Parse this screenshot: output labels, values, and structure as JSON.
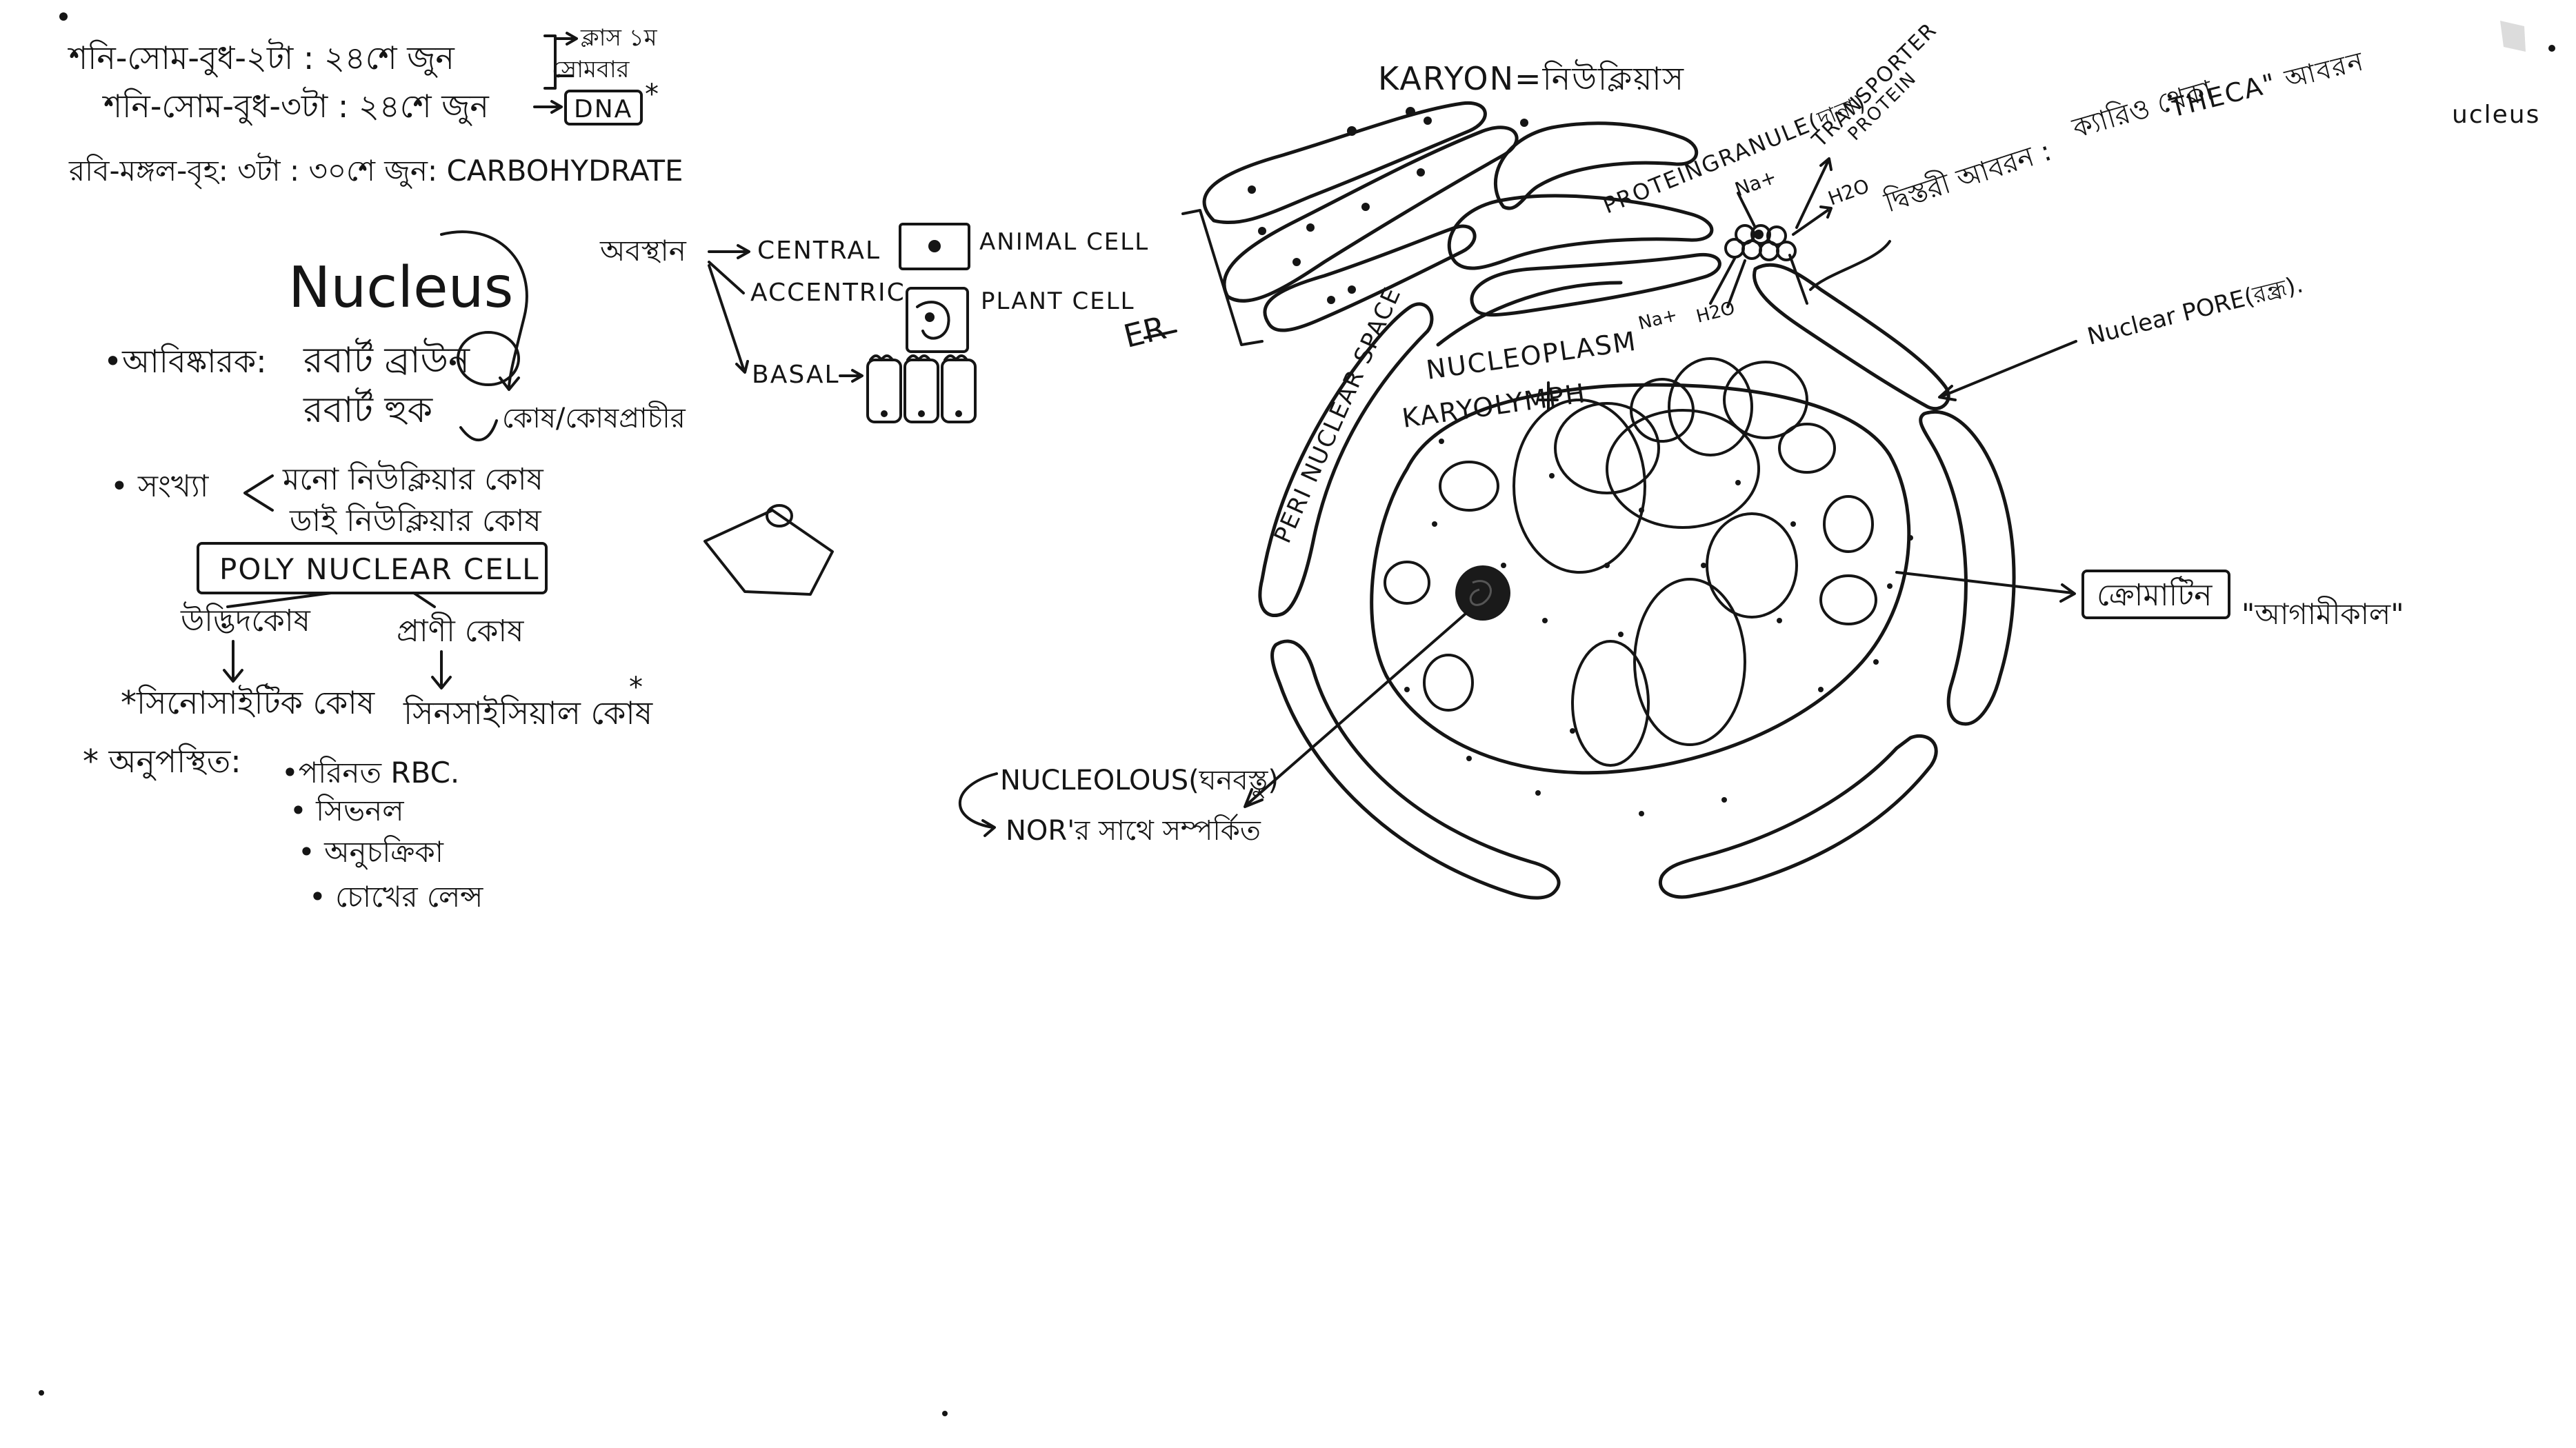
{
  "notes": {
    "line1": "শনি-সোম-বুধ-২টা : ২৪শে জুন",
    "line1_branch_a": "ক্লাস ১ম",
    "line1_branch_b": "সোমবার",
    "line2": "শনি-সোম-বুধ-৩টা : ২৪শে জুন",
    "line2_box": "DNA",
    "line2_star": "*",
    "line3": "রবি-মঙ্গল-বৃহ: ৩টা : ৩০শে জুন: CARBOHYDRATE"
  },
  "nucleus": {
    "title": "Nucleus",
    "discoverer_label": "•আবিষ্কারক:",
    "discoverer_1": "রবার্ট ব্রাউন",
    "discoverer_2": "রবার্ট হুক",
    "discoverer_2_note": "কোষ/কোষপ্রাচীর",
    "count_label": "• সংখ্যা",
    "count_mono": "মনো নিউক্লিয়ার কোষ",
    "count_di": "ডাই নিউক্লিয়ার কোষ",
    "poly_box": "POLY NUCLEAR CELL",
    "plant_cell_bn": "উদ্ভিদকোষ",
    "animal_cell_bn": "প্রাণী কোষ",
    "coenocytic": "*সিনোসাইটিক কোষ",
    "syncytial": "সিনসাইসিয়াল কোষ",
    "syncytial_star": "*",
    "absent_label": "* অনুপস্থিত:",
    "absent_items": [
      "•পরিনত RBC.",
      "• সিভনল",
      "• অনুচক্রিকা",
      "• চোখের লেন্স"
    ]
  },
  "position": {
    "label": "অবস্থান",
    "central": "CENTRAL",
    "acentric": "ACCENTRIC",
    "basal": "BASAL",
    "animal_cell": "ANIMAL CELL",
    "plant_cell": "PLANT CELL"
  },
  "diagram": {
    "karyon": "KARYON=নিউক্লিয়াস",
    "er": "ER",
    "protein_granule": "PROTEINGRANULE(দানা)",
    "na_top": "Na+",
    "transporter_protein_1": "TRANSPORTER",
    "transporter_protein_2": "PROTEIN",
    "h2o_top": "H2O",
    "na_bottom": "Na+",
    "h2o_bottom": "H2O",
    "double_envelope": "দ্বিস্তরী আবরন :",
    "karyotheca": "ক্যারিও থেকা",
    "theca": "THECA\" আবরন",
    "nuclear_pore": "Nuclear PORE(রন্ধ্র).",
    "perinuclear_space": "PERI NUCLEAR SPACE",
    "nucleoplasm": "NUCLEOPLASM",
    "karyolymph": "KARYOLYMPH",
    "chromatin_box": "ক্রোমাটিন",
    "chromatin_note": "\"আগামীকাল\"",
    "nucleolus": "NUCLEOLOUS(ঘনবস্তু)",
    "nor": "NOR'র সাথে সম্পর্কিত",
    "edge_text": "ucleus"
  }
}
